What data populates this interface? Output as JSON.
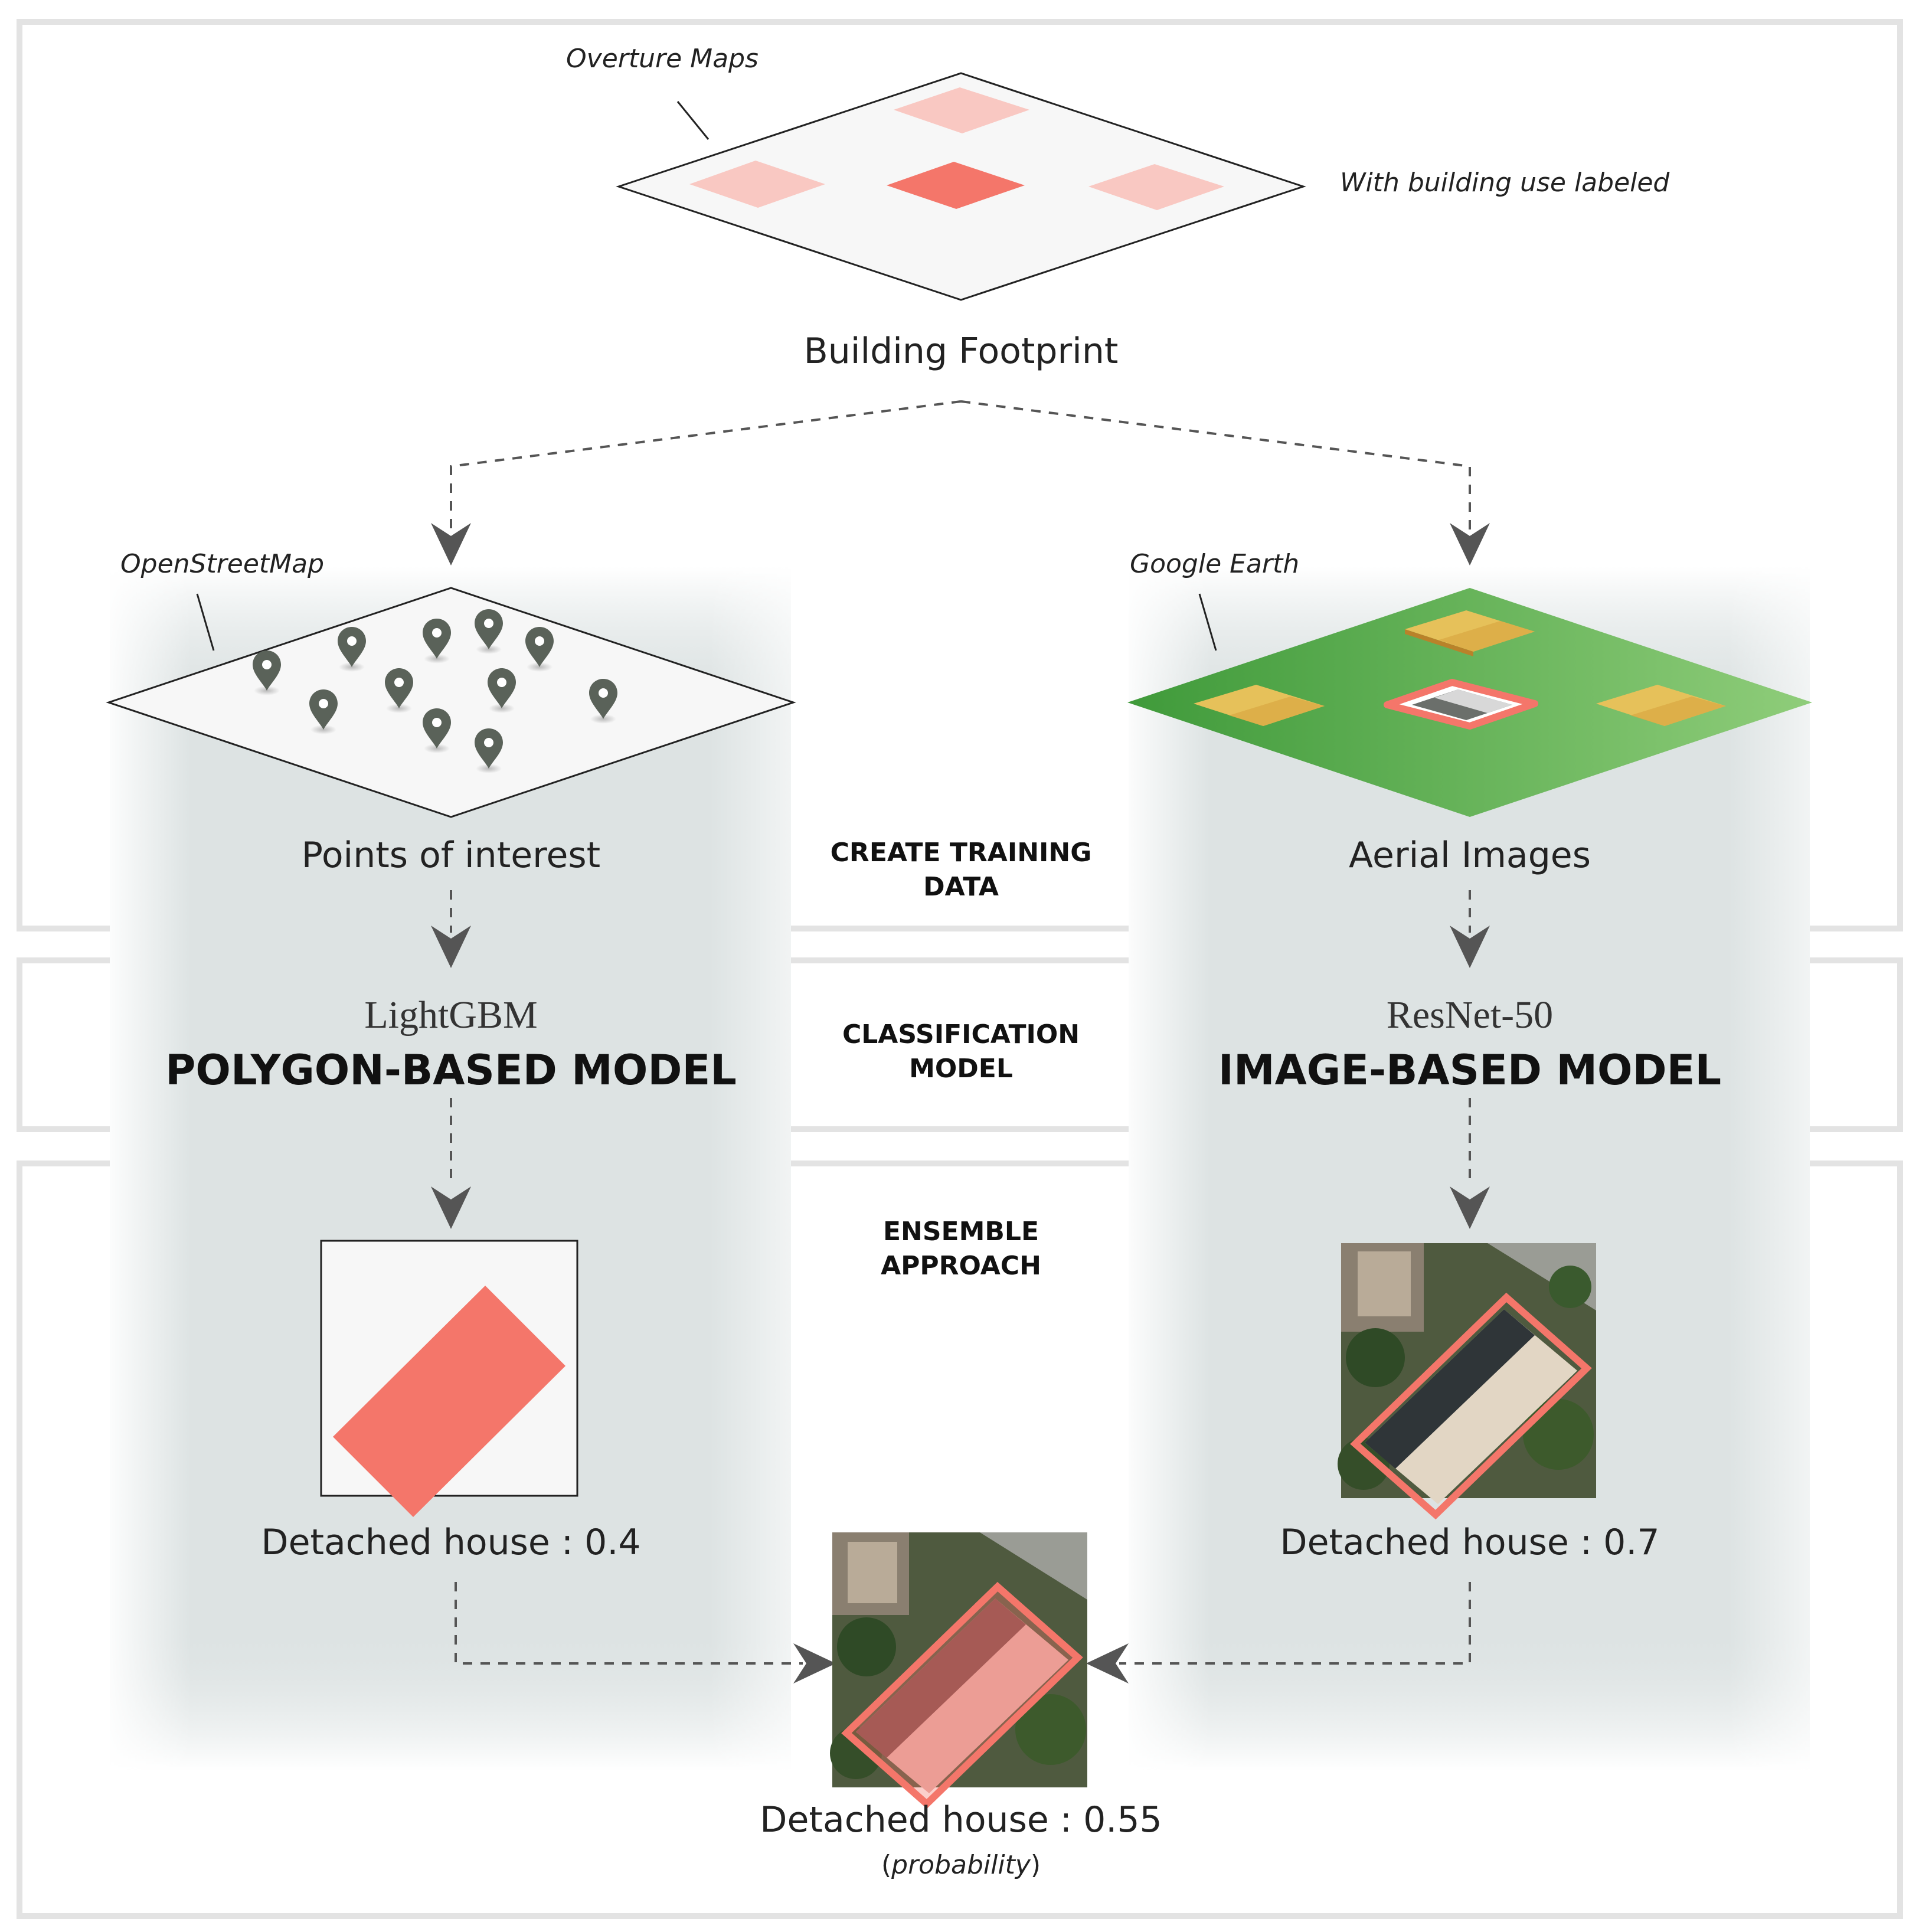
{
  "top": {
    "source_label": "Overture Maps",
    "note_label": "With building use labeled",
    "title": "Building Footprint"
  },
  "left": {
    "source_label": "OpenStreetMap",
    "layer_label": "Points of interest",
    "algorithm": "LightGBM",
    "model_name": "POLYGON-BASED MODEL",
    "result_label": "Detached house : 0.4"
  },
  "right": {
    "source_label": "Google Earth",
    "layer_label": "Aerial Images",
    "algorithm": "ResNet-50",
    "model_name": "IMAGE-BASED MODEL",
    "result_label": "Detached house : 0.7"
  },
  "stages": {
    "create_training_data": [
      "CREATE TRAINING",
      "DATA"
    ],
    "classification_model": [
      "CLASSIFICATION",
      "MODEL"
    ],
    "ensemble_approach": [
      "ENSEMBLE",
      "APPROACH"
    ]
  },
  "ensemble": {
    "result_label": "Detached house : 0.55",
    "note_prefix": "(",
    "note": "probability",
    "note_suffix": ")"
  },
  "colors": {
    "highlight": "#f4766a",
    "highlight_light": "#f9c8c2",
    "panel_shade": "#dde3e3",
    "frame": "#e3e3e3",
    "pin": "#5a6259",
    "grass": "#5fb356",
    "roof": "#d9a642",
    "arrow": "#555555"
  },
  "icons": {
    "poi": "map-pin-icon",
    "arrow": "arrow-down-icon"
  }
}
